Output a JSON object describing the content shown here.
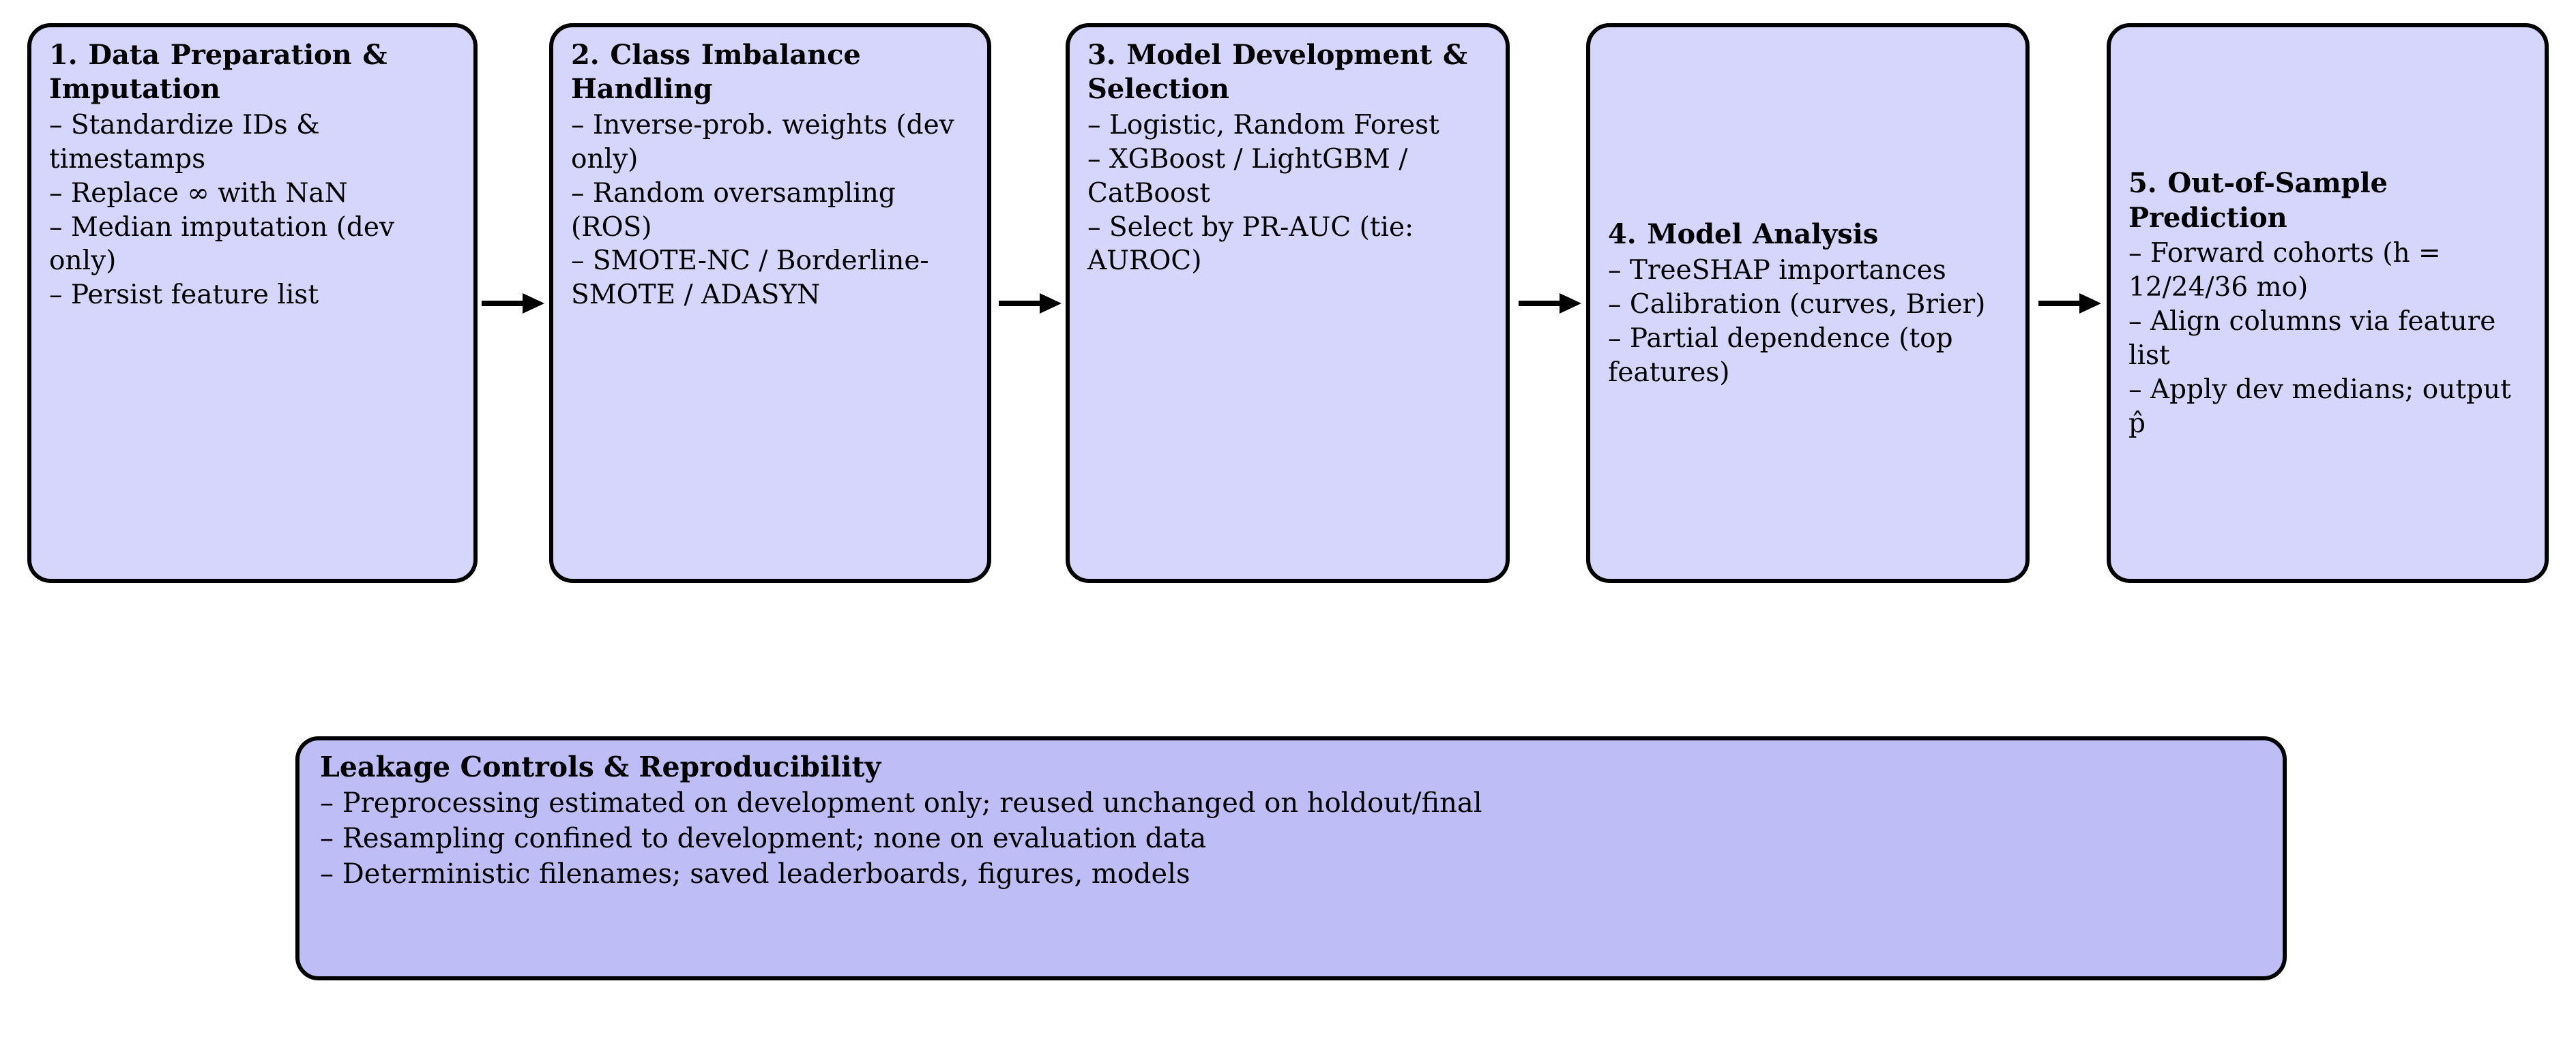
{
  "diagram": {
    "title_semantic": "modeling-pipeline-flowchart",
    "colors": {
      "step_fill": "#d6d5fb",
      "banner_fill": "#bfbdf5",
      "stroke": "#000000",
      "background": "#ffffff"
    },
    "steps": [
      {
        "title": "1. Data Preparation & Imputation",
        "bullets": [
          "– Standardize IDs & timestamps",
          "– Replace ∞ with NaN",
          "– Median imputation (dev only)",
          "– Persist feature list"
        ]
      },
      {
        "title": "2. Class Imbalance Handling",
        "bullets": [
          "– Inverse-prob. weights (dev only)",
          "– Random oversampling (ROS)",
          "– SMOTE-NC / Borderline-SMOTE / ADASYN"
        ]
      },
      {
        "title": "3. Model Development & Selection",
        "bullets": [
          "– Logistic, Random Forest",
          "– XGBoost / LightGBM / CatBoost",
          "– Select by PR-AUC (tie: AUROC)"
        ]
      },
      {
        "title": "4. Model Analysis",
        "bullets": [
          "– TreeSHAP importances",
          "– Calibration (curves, Brier)",
          "– Partial dependence (top features)"
        ]
      },
      {
        "title": "5. Out-of-Sample Prediction",
        "bullets": [
          "– Forward cohorts (h = 12/24/36 mo)",
          "– Align columns via feature list",
          "– Apply dev medians; output p̂"
        ]
      }
    ],
    "arrows": [
      {
        "name": "arrow-step1-to-step2",
        "glyph": "right-arrow-icon"
      },
      {
        "name": "arrow-step2-to-step3",
        "glyph": "right-arrow-icon"
      },
      {
        "name": "arrow-step3-to-step4",
        "glyph": "right-arrow-icon"
      },
      {
        "name": "arrow-step4-to-step5",
        "glyph": "right-arrow-icon"
      }
    ],
    "banner": {
      "title": "Leakage Controls & Reproducibility",
      "bullets": [
        "– Preprocessing estimated on development only; reused unchanged on holdout/final",
        "– Resampling confined to development; none on evaluation data",
        "– Deterministic filenames; saved leaderboards, figures, models"
      ]
    }
  }
}
